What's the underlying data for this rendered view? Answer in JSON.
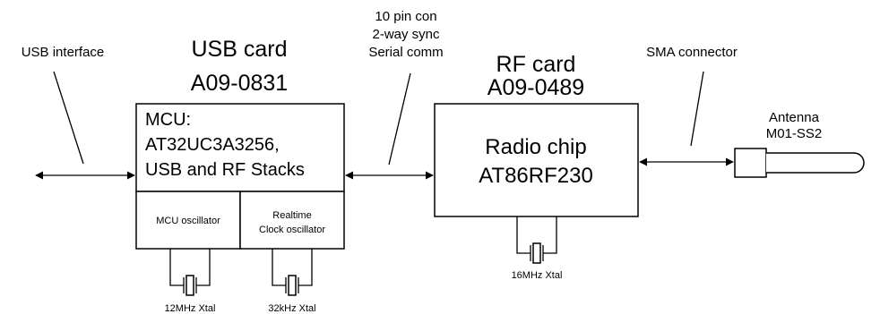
{
  "labels": {
    "usb_interface": "USB interface",
    "connector_line1": "10 pin con",
    "connector_line2": "2-way sync",
    "connector_line3": "Serial comm",
    "sma_connector": "SMA connector"
  },
  "usb_card": {
    "title": "USB card",
    "part_number": "A09-0831",
    "mcu_line1": "MCU:",
    "mcu_line2": "AT32UC3A3256,",
    "mcu_line3": "USB and RF Stacks",
    "mcu_osc": "MCU oscillator",
    "rtc_osc_line1": "Realtime",
    "rtc_osc_line2": "Clock oscillator",
    "xtal_12": "12MHz Xtal",
    "xtal_32": "32kHz Xtal"
  },
  "rf_card": {
    "title": "RF card",
    "part_number": "A09-0489",
    "chip_line1": "Radio chip",
    "chip_line2": "AT86RF230",
    "xtal_16": "16MHz Xtal"
  },
  "antenna": {
    "line1": "Antenna",
    "line2": "M01-SS2"
  }
}
